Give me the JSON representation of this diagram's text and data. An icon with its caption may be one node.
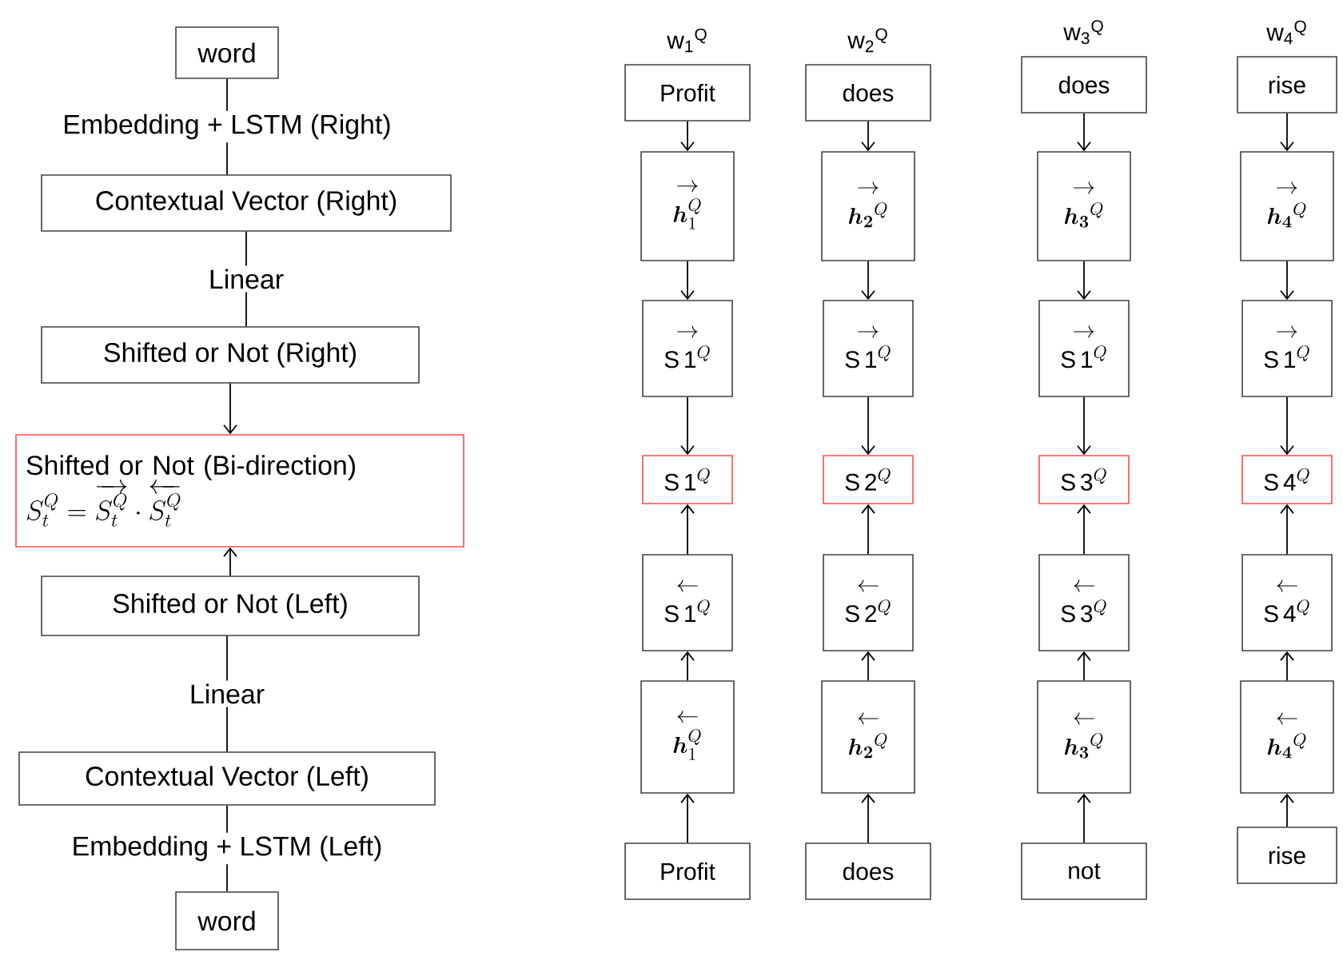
{
  "diagram": {
    "nodes": [
      {
        "text": [
          "word"
        ]
      },
      {
        "text": [
          "Contextual Vector (Right)"
        ]
      },
      {
        "text": [
          "Shifted or Not (Right)"
        ]
      },
      {
        "text": [
          "Shifted or Not  (Bi-direction)",
          "S_{t}^{Q} = \\overrightarrow{S_{t}^{Q}} \\cdot \\overleftarrow{S_{t}^{Q}}"
        ]
      },
      {
        "text": [
          "Shifted or Not (Left)"
        ]
      },
      {
        "text": [
          "Contextual Vector (Left)"
        ]
      },
      {
        "text": [
          "word"
        ]
      },
      {
        "text": [
          "Profit"
        ],
        "beside": [
          "w$_{1}$$^{Q}$"
        ]
      },
      {
        "text": [
          "\\rightarrow",
          "\\boldsymbol{h}_{1}^{Q}"
        ]
      },
      {
        "text": [
          "\\rightarrow",
          "\\mathrm{S\\,1}^{Q}"
        ]
      },
      {
        "text": [
          "\\mathrm{S\\,1}^{Q}"
        ]
      },
      {
        "text": [
          "\\leftarrow",
          "\\mathrm{S\\,1}^{Q}"
        ]
      },
      {
        "text": [
          "\\leftarrow",
          "\\boldsymbol{h}_{1}^{Q}"
        ]
      },
      {
        "text": [
          "Profit"
        ]
      },
      {
        "text": [
          "does"
        ],
        "beside": [
          "w$_{2}$$^{Q}$"
        ]
      },
      {
        "text": [
          "\\rightarrow",
          "\\boldsymbol{h_{2}}^{Q}"
        ]
      },
      {
        "text": [
          "\\rightarrow",
          "\\mathrm{S\\,1}^{Q}"
        ]
      },
      {
        "text": [
          "\\mathrm{S\\,2}^{Q}"
        ]
      },
      {
        "text": [
          "\\leftarrow",
          "\\mathrm{S\\,2}^{Q}"
        ]
      },
      {
        "text": [
          "\\leftarrow",
          "\\boldsymbol{h_{2}}^{Q}"
        ]
      },
      {
        "text": [
          "does"
        ]
      },
      {
        "text": [
          "does"
        ],
        "beside": [
          "w$_{3}$$^{Q}$"
        ]
      },
      {
        "text": [
          "\\rightarrow",
          "\\boldsymbol{h_{3}}^{Q}"
        ]
      },
      {
        "text": [
          "\\rightarrow",
          "\\mathrm{S\\,1}^{Q}"
        ]
      },
      {
        "text": [
          "\\mathrm{S\\,3}^{Q}"
        ]
      },
      {
        "text": [
          "\\leftarrow",
          "\\mathrm{S\\,3}^{Q}"
        ]
      },
      {
        "text": [
          "\\leftarrow",
          "\\boldsymbol{h_{3}}^{Q}"
        ]
      },
      {
        "text": [
          "not"
        ]
      },
      {
        "text": [
          "rise"
        ],
        "beside": [
          "w$_{4}$$^{Q}$"
        ]
      },
      {
        "text": [
          "\\rightarrow",
          "\\boldsymbol{h_{4}}^{Q}"
        ]
      },
      {
        "text": [
          "\\rightarrow",
          "\\mathrm{S\\,1}^{Q}"
        ]
      },
      {
        "text": [
          "\\mathrm{S\\,4}^{Q}"
        ]
      },
      {
        "text": [
          "\\leftarrow",
          "\\mathrm{S\\,4}^{Q}"
        ]
      },
      {
        "text": [
          "\\leftarrow",
          "\\boldsymbol{h_{4}}^{Q}"
        ]
      },
      {
        "text": [
          "rise"
        ]
      }
    ],
    "edges": [
      {
        "from": 0,
        "to": 1,
        "arrow": "none",
        "label": "Embedding +  LSTM (Right)"
      },
      {
        "from": 1,
        "to": 2,
        "arrow": "none",
        "label": "Linear"
      },
      {
        "from": 2,
        "to": 3,
        "arrow": "to"
      },
      {
        "from": 4,
        "to": 3,
        "arrow": "to"
      },
      {
        "from": 5,
        "to": 4,
        "arrow": "none",
        "label": "Linear"
      },
      {
        "from": 6,
        "to": 5,
        "arrow": "none",
        "label": "Embedding + LSTM (Left)"
      },
      {
        "from": 7,
        "to": 8,
        "arrow": "to"
      },
      {
        "from": 8,
        "to": 9,
        "arrow": "to"
      },
      {
        "from": 9,
        "to": 10,
        "arrow": "to"
      },
      {
        "from": 11,
        "to": 10,
        "arrow": "to"
      },
      {
        "from": 12,
        "to": 11,
        "arrow": "to"
      },
      {
        "from": 13,
        "to": 12,
        "arrow": "to"
      },
      {
        "from": 14,
        "to": 15,
        "arrow": "to"
      },
      {
        "from": 15,
        "to": 16,
        "arrow": "to"
      },
      {
        "from": 16,
        "to": 17,
        "arrow": "to"
      },
      {
        "from": 18,
        "to": 17,
        "arrow": "to"
      },
      {
        "from": 19,
        "to": 18,
        "arrow": "to"
      },
      {
        "from": 20,
        "to": 19,
        "arrow": "to"
      },
      {
        "from": 21,
        "to": 22,
        "arrow": "to"
      },
      {
        "from": 22,
        "to": 23,
        "arrow": "to"
      },
      {
        "from": 23,
        "to": 24,
        "arrow": "to"
      },
      {
        "from": 25,
        "to": 24,
        "arrow": "to"
      },
      {
        "from": 26,
        "to": 25,
        "arrow": "to"
      },
      {
        "from": 27,
        "to": 26,
        "arrow": "to"
      },
      {
        "from": 28,
        "to": 29,
        "arrow": "to"
      },
      {
        "from": 29,
        "to": 30,
        "arrow": "to"
      },
      {
        "from": 30,
        "to": 31,
        "arrow": "to"
      },
      {
        "from": 32,
        "to": 31,
        "arrow": "to"
      },
      {
        "from": 33,
        "to": 32,
        "arrow": "to"
      },
      {
        "from": 34,
        "to": 33,
        "arrow": "to"
      }
    ]
  }
}
